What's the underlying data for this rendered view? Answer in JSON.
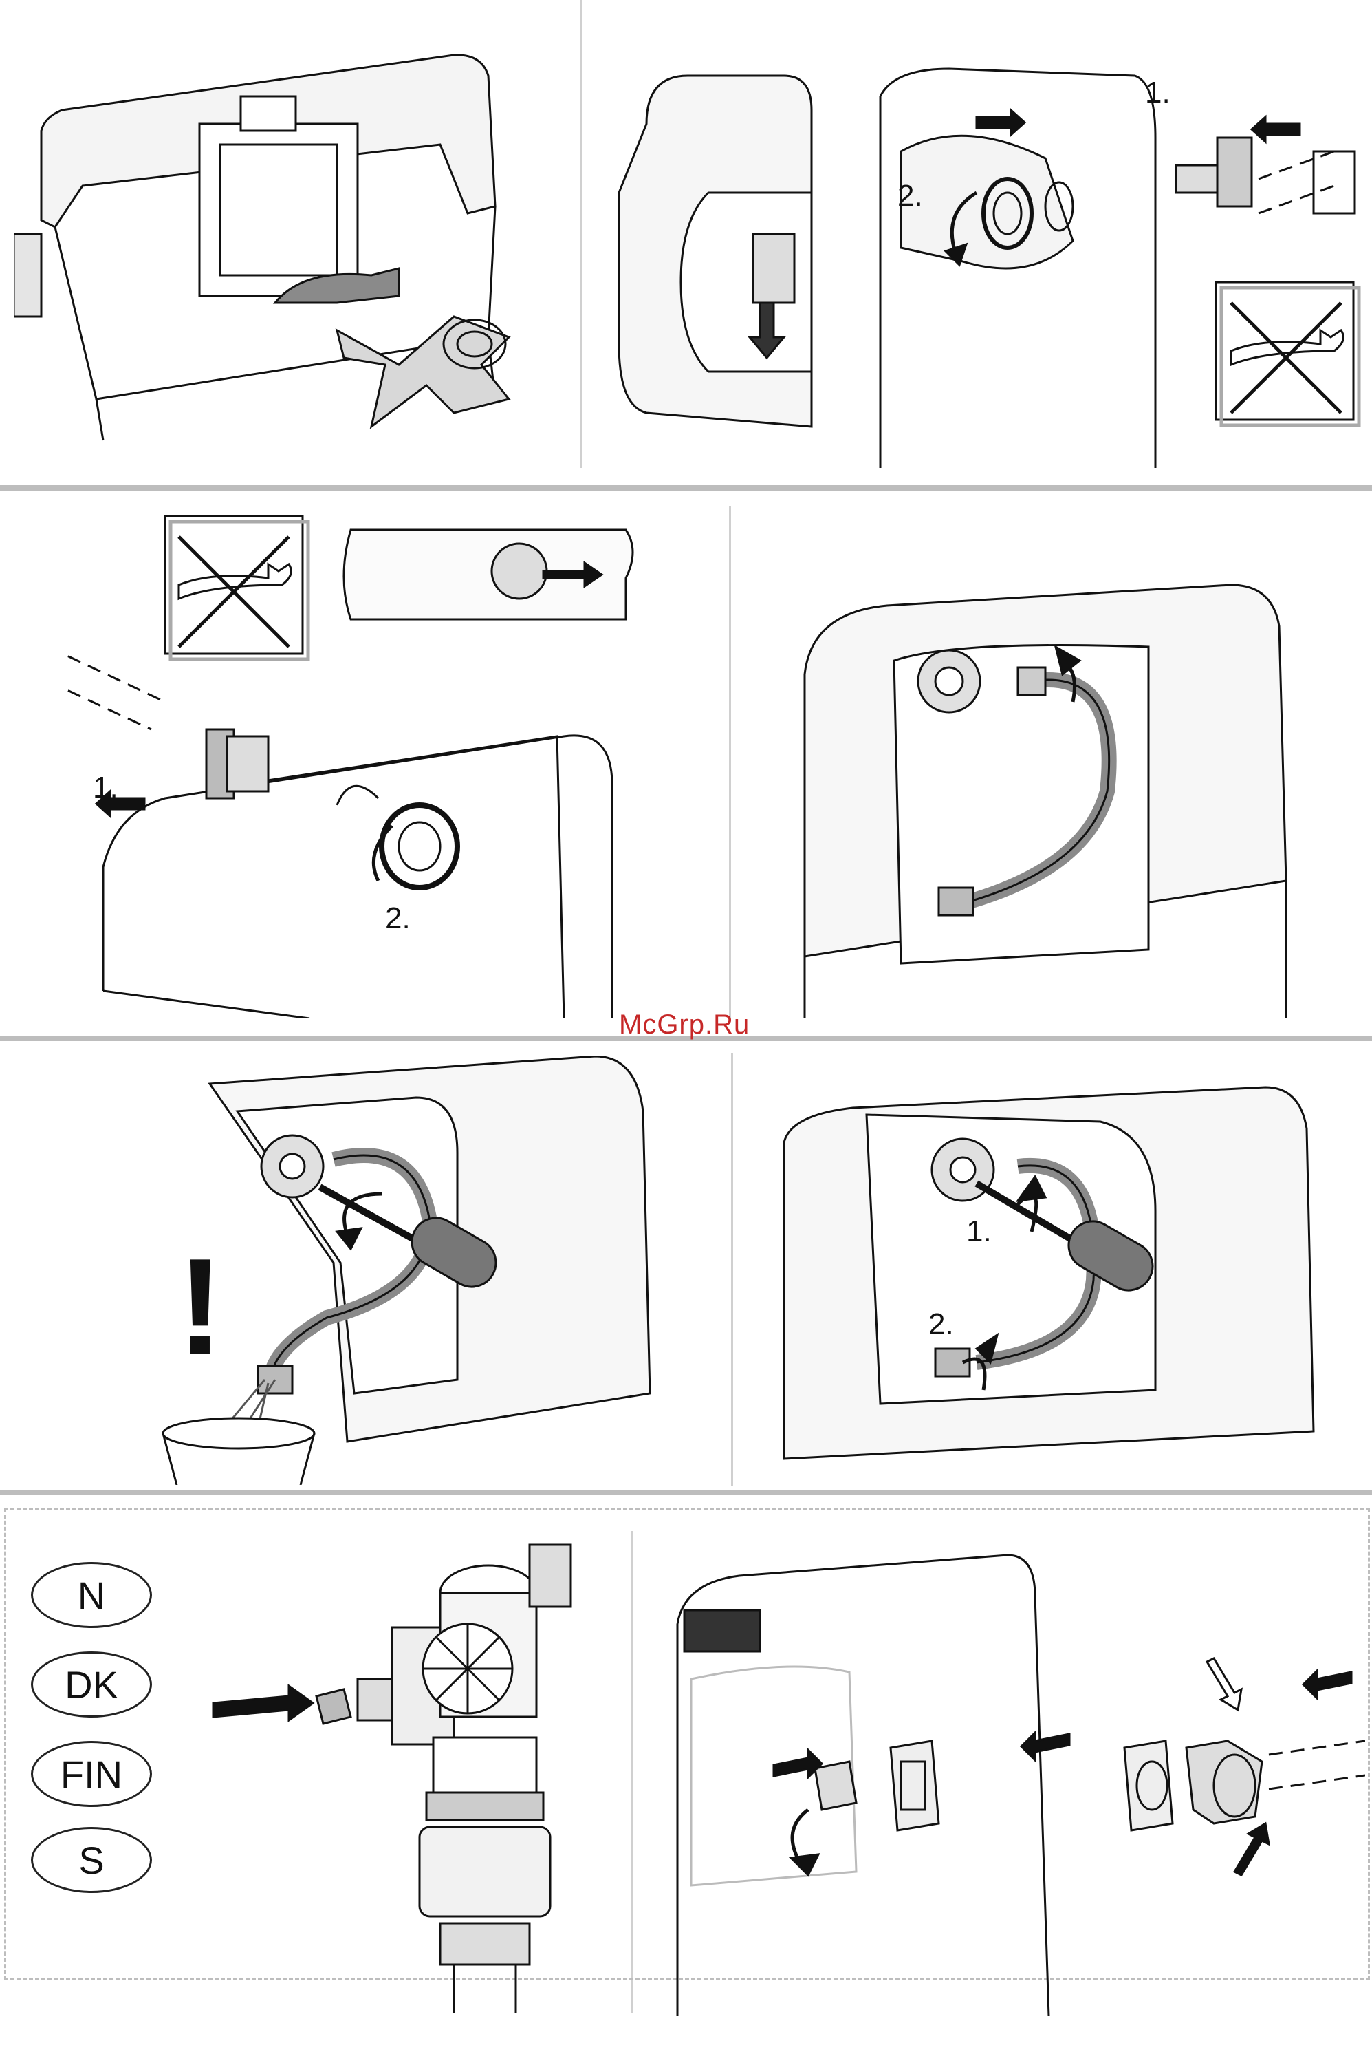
{
  "watermark": "McGrp.Ru",
  "steps": {
    "p2_step1": "1.",
    "p2_step2": "2.",
    "p3_step1": "1.",
    "p3_step2": "2.",
    "p6_step1": "1.",
    "p6_step2": "2."
  },
  "languages": [
    "N",
    "DK",
    "FIN",
    "S"
  ],
  "warning_glyph": "!",
  "icons": {
    "no_tool": "no-wrench-icon",
    "arrow": "arrow-icon",
    "rotate": "rotate-arrow-icon"
  },
  "colors": {
    "line": "#111111",
    "grey": "#8a8a8a",
    "separator": "#bdbdbd"
  }
}
